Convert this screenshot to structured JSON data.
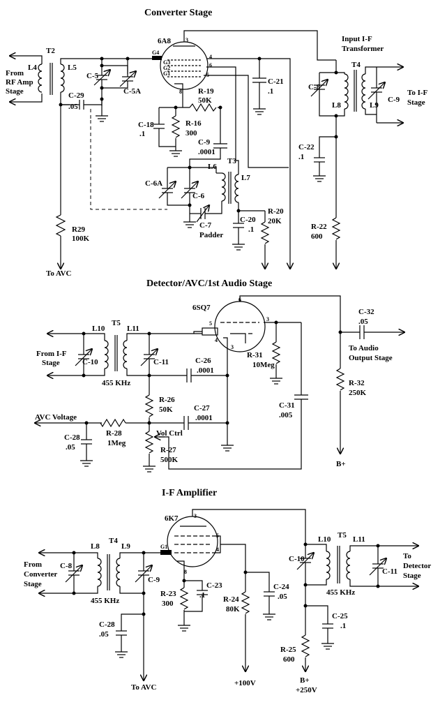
{
  "sections": {
    "converter": {
      "title": "Converter Stage",
      "tube": "6A8",
      "labels": {
        "from_rf": [
          "From",
          "RF Amp",
          "Stage"
        ],
        "t2": "T2",
        "l4": "L4",
        "l5": "L5",
        "c5": "C-5",
        "c5a": "C-5A",
        "c29": "C-29",
        "c29v": ".05",
        "g4": "G4",
        "g3": "G3",
        "g2": "G2",
        "g1": "G1",
        "p3": "3",
        "p4": "4",
        "p5": "5",
        "p6": "6",
        "p8": "8",
        "r19": "R-19",
        "r19v": "50K",
        "c18": "C-18",
        "c18v": ".1",
        "r16": "R-16",
        "r16v": "300",
        "c9": "C-9",
        "c9v": ".0001",
        "c21": "C-21",
        "c21v": ".1",
        "t3": "T3",
        "l6": "L6",
        "l7": "L7",
        "c6a": "C-6A",
        "c6": "C-6",
        "c7": "C-7",
        "padder": "Padder",
        "c20": "C-20",
        "c20v": ".1",
        "r20": "R-20",
        "r20v": "20K",
        "r29": "R29",
        "r29v": "100K",
        "to_avc": "To AVC",
        "input_if": [
          "Input I-F",
          "Transformer"
        ],
        "t4": "T4",
        "c8": "C-8",
        "l8": "L8",
        "l9": "L9",
        "c9b": "C-9",
        "to_if": [
          "To I-F",
          "Stage"
        ],
        "c22": "C-22",
        "c22v": ".1",
        "r22": "R-22",
        "r22v": "600"
      }
    },
    "detector": {
      "title": "Detector/AVC/1st Audio Stage",
      "tube": "6SQ7",
      "labels": {
        "from_if": [
          "From I-F",
          "Stage"
        ],
        "t5": "T5",
        "l10": "L10",
        "l11": "L11",
        "c10": "C-10",
        "c11": "C-11",
        "freq": "455 KHz",
        "p6": "6",
        "p5": "5",
        "p4": "4",
        "p3": "3",
        "p2": "2",
        "c26": "C-26",
        "c26v": ".0001",
        "c27": "C-27",
        "c27v": ".0001",
        "r26": "R-26",
        "r26v": "50K",
        "avc": "AVC Voltage",
        "r28": "R-28",
        "r28v": "1Meg",
        "c28": "C-28",
        "c28v": ".05",
        "volctrl": "Vol Ctrl",
        "r27": "R-27",
        "r27v": "500K",
        "r31": "R-31",
        "r31v": "10Meg",
        "c31": "C-31",
        "c31v": ".005",
        "c32": "C-32",
        "c32v": ".05",
        "to_audio": [
          "To Audio",
          "Output Stage"
        ],
        "r32": "R-32",
        "r32v": "250K",
        "bplus": "B+"
      }
    },
    "if_amp": {
      "title": "I-F Amplifier",
      "tube": "6K7",
      "labels": {
        "from_conv": [
          "From",
          "Converter",
          "Stage"
        ],
        "t4": "T4",
        "l8": "L8",
        "l9": "L9",
        "c8": "C-8",
        "c9": "C-9",
        "freq": "455 KHz",
        "g1": "G1",
        "p3": "3",
        "p5": "5",
        "p4": "4",
        "p8": "8",
        "c23": "C-23",
        "c23v": ".1",
        "r23": "R-23",
        "r23v": "300",
        "r24": "R-24",
        "r24v": "80K",
        "c24": "C-24",
        "c24v": ".05",
        "c28": "C-28",
        "c28v": ".05",
        "to_avc": "To AVC",
        "v100": "+100V",
        "t5": "T5",
        "l10": "L10",
        "l11": "L11",
        "c10": "C-10",
        "c11": "C-11",
        "freq2": "455 KHz",
        "to_det": [
          "To",
          "Detector",
          "Stage"
        ],
        "c25": "C-25",
        "c25v": ".1",
        "r25": "R-25",
        "r25v": "600",
        "bplus": "B+",
        "v250": "+250V"
      }
    }
  }
}
